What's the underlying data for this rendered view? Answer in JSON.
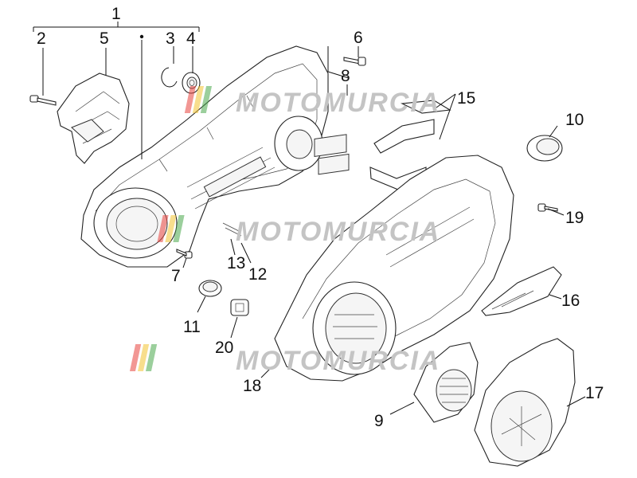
{
  "callouts": {
    "c1": "1",
    "c2": "2",
    "c3": "3",
    "c4": "4",
    "c5": "5",
    "c6": "6",
    "c7": "7",
    "c8": "8",
    "c9": "9",
    "c10": "10",
    "c11": "11",
    "c12": "12",
    "c13": "13",
    "c15": "15",
    "c16": "16",
    "c17": "17",
    "c18": "18",
    "c19": "19",
    "c20": "20"
  },
  "watermark": {
    "text": "MOTOMURCIA",
    "colors": [
      "#e8413c",
      "#f2c230",
      "#49a84b"
    ]
  },
  "colors": {
    "line": "#222222",
    "background": "#ffffff",
    "watermark_gray": "#c4c4c4"
  }
}
